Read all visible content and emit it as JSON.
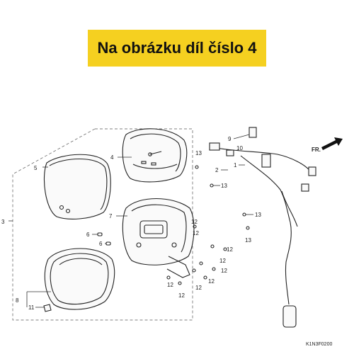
{
  "banner": {
    "text": "Na obrázku díl číslo 4",
    "color": "#f5d020"
  },
  "arrow": {
    "label": "FR."
  },
  "diagram_code": "K1N3F0200",
  "callouts": {
    "c1": "1",
    "c2": "2",
    "c3": "3",
    "c4": "4",
    "c5": "5",
    "c6a": "6",
    "c6b": "6",
    "c7": "7",
    "c8": "8",
    "c9": "9",
    "c10": "10",
    "c11": "11",
    "c12a": "12",
    "c12b": "12",
    "c12c": "12",
    "c12d": "12",
    "c12e": "12",
    "c12f": "12",
    "c12g": "12",
    "c12h": "12",
    "c12i": "12",
    "c13a": "13",
    "c13b": "13",
    "c13c": "13",
    "c13d": "13"
  }
}
